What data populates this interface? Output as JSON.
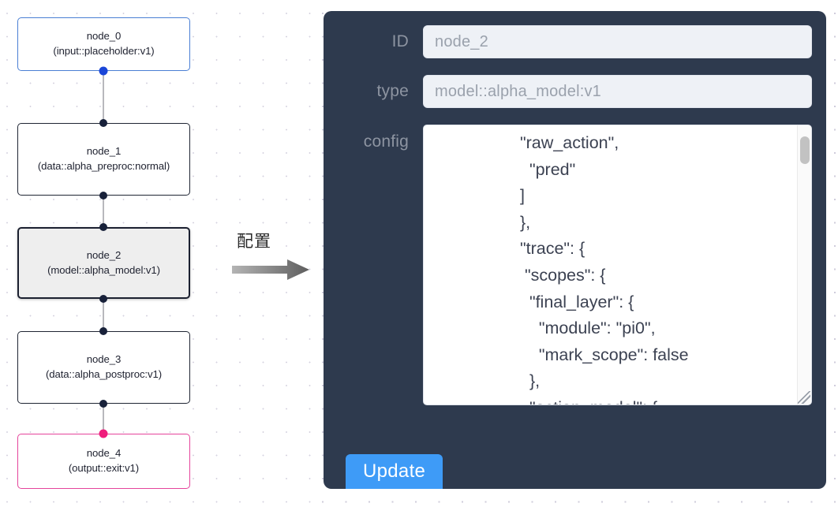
{
  "canvas": {
    "nodes": [
      {
        "id": "node_0",
        "type": "(input::placeholder:v1)",
        "state": "input"
      },
      {
        "id": "node_1",
        "type": "(data::alpha_preproc:normal)",
        "state": "normal"
      },
      {
        "id": "node_2",
        "type": "(model::alpha_model:v1)",
        "state": "selected"
      },
      {
        "id": "node_3",
        "type": "(data::alpha_postproc:v1)",
        "state": "normal"
      },
      {
        "id": "node_4",
        "type": "(output::exit:v1)",
        "state": "output"
      }
    ],
    "colors": {
      "input_border": "#4a7fd4",
      "output_border": "#e5449b",
      "node_border": "#1f2533",
      "selected_fill": "#eeeeee",
      "edge": "#b8b8bd",
      "port": "#18213a",
      "port_input": "#1a46d8",
      "port_output": "#ef1d7c"
    }
  },
  "transition": {
    "label": "配置",
    "arrow_color": "#7a7a7a"
  },
  "panel": {
    "background": "#2e3a4e",
    "fields": [
      {
        "key": "id",
        "label": "ID",
        "value": "node_2"
      },
      {
        "key": "type",
        "label": "type",
        "value": "model::alpha_model:v1"
      },
      {
        "key": "config",
        "label": "config"
      }
    ],
    "config_text_lines": [
      "\"raw_action\",",
      "  \"pred\"",
      "]",
      "},",
      "\"trace\": {",
      " \"scopes\": {",
      "  \"final_layer\": {",
      "    \"module\": \"pi0\",",
      "    \"mark_scope\": false",
      "  },",
      "  \"action_model\": {"
    ],
    "scrollbar": {
      "thumb_color": "#c2c2c2"
    },
    "update_button": {
      "label": "Update",
      "color": "#3e9bf7"
    }
  }
}
